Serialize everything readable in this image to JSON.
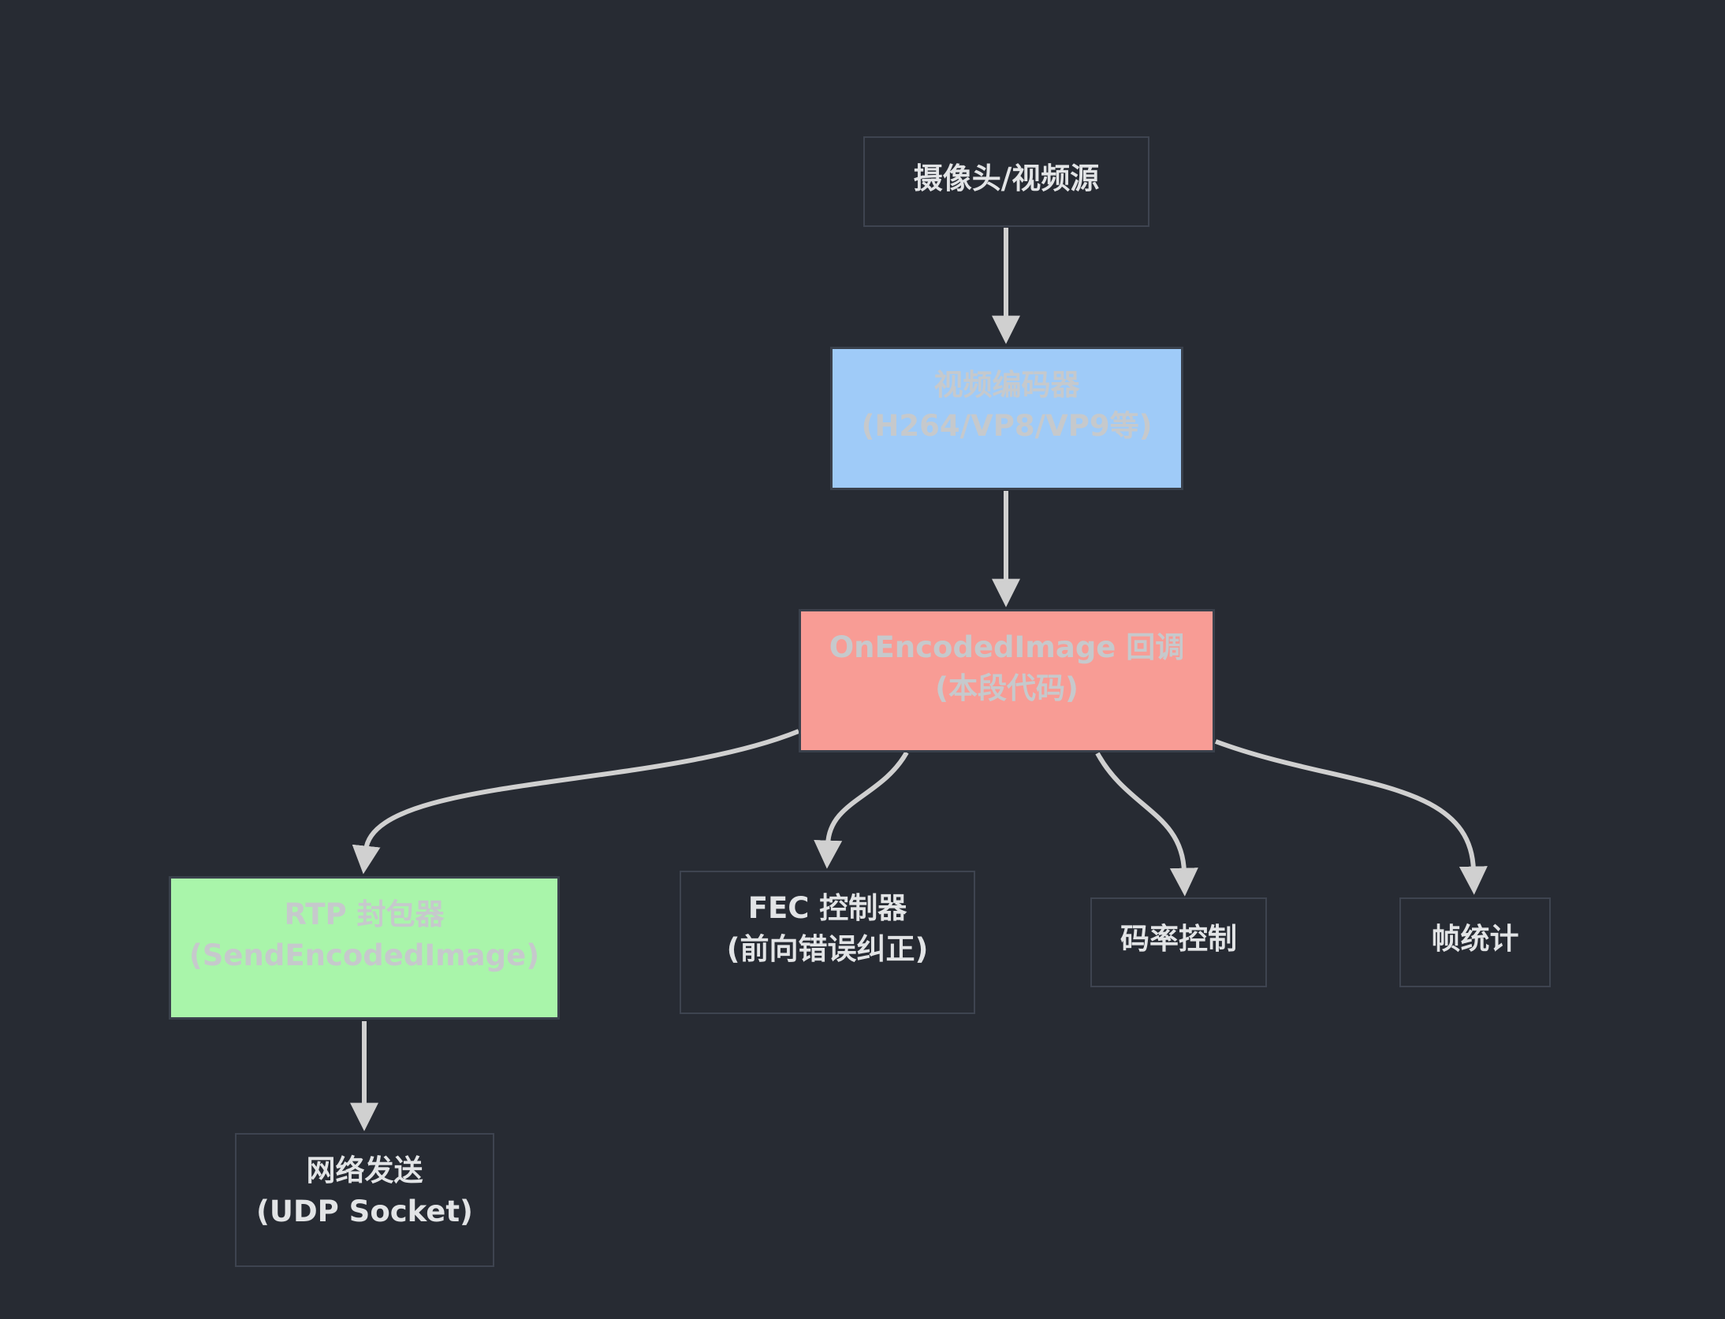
{
  "diagram": {
    "colors": {
      "background": "#272b33",
      "edge": "#d0d0d0",
      "node_border": "#3e4450",
      "colored_node_border": "#3a414c",
      "text_light": "#e2e4e6",
      "text_muted": "#c6c9cc"
    },
    "nodes": {
      "camera": {
        "label": "摄像头/视频源"
      },
      "encoder": {
        "line1": "视频编码器",
        "line2": "(H264/VP8/VP9等)",
        "fill": "#9fcbf8"
      },
      "callback": {
        "line1": "OnEncodedImage 回调",
        "line2": "(本段代码)",
        "fill": "#f89c95"
      },
      "rtp": {
        "line1": "RTP 封包器",
        "line2": "(SendEncodedImage)",
        "fill": "#a9f5aa"
      },
      "fec": {
        "line1": "FEC 控制器",
        "line2": "(前向错误纠正)"
      },
      "bitrate": {
        "label": "码率控制"
      },
      "framestats": {
        "label": "帧统计"
      },
      "network": {
        "line1": "网络发送",
        "line2": "(UDP Socket)"
      }
    },
    "edges": [
      {
        "from": "camera",
        "to": "encoder"
      },
      {
        "from": "encoder",
        "to": "callback"
      },
      {
        "from": "callback",
        "to": "rtp"
      },
      {
        "from": "callback",
        "to": "fec"
      },
      {
        "from": "callback",
        "to": "bitrate"
      },
      {
        "from": "callback",
        "to": "framestats"
      },
      {
        "from": "rtp",
        "to": "network"
      }
    ]
  }
}
